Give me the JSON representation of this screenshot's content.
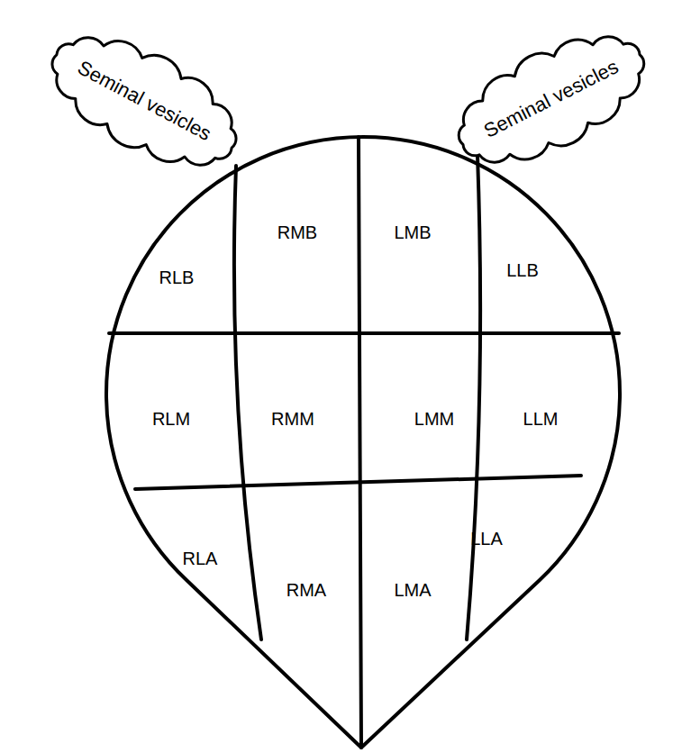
{
  "diagram": {
    "nodes": [
      {
        "text": [
          "Seminal vesicles"
        ]
      },
      {
        "text": [
          "Seminal vesicles"
        ]
      },
      {
        "text": [
          "RLB"
        ]
      },
      {
        "text": [
          "RMB"
        ]
      },
      {
        "text": [
          "LMB"
        ]
      },
      {
        "text": [
          "LLB"
        ]
      },
      {
        "text": [
          "RLM"
        ]
      },
      {
        "text": [
          "RMM"
        ]
      },
      {
        "text": [
          "LMM"
        ]
      },
      {
        "text": [
          "LLM"
        ]
      },
      {
        "text": [
          "RLA"
        ]
      },
      {
        "text": [
          "RMA"
        ]
      },
      {
        "text": [
          "LMA"
        ]
      },
      {
        "text": [
          "LLA"
        ]
      }
    ]
  }
}
